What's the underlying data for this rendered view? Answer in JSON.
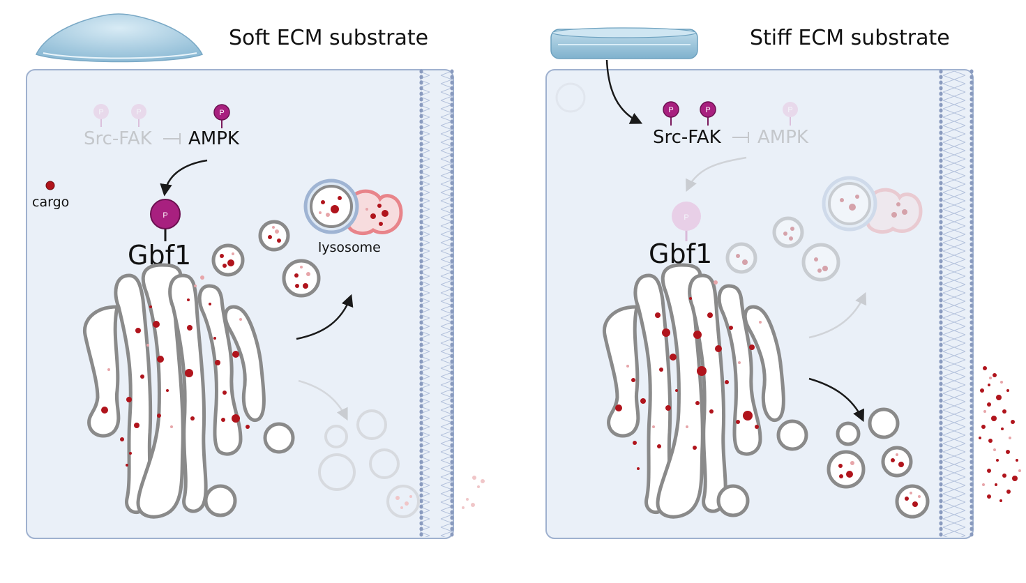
{
  "panels": [
    {
      "title": "Soft ECM substrate",
      "kinase_src": "Src-FAK",
      "kinase_ampk": "AMPK",
      "phospho": "P",
      "gbf1": "Gbf1",
      "cargo": "cargo",
      "lysosome": "lysosome"
    },
    {
      "title": "Stiff ECM substrate",
      "kinase_src": "Src-FAK",
      "kinase_ampk": "AMPK",
      "phospho": "P",
      "gbf1": "Gbf1"
    }
  ],
  "colors": {
    "cell_fill": "#eaf0f8",
    "cell_border": "#9fb1cf",
    "membrane": "#8a9bbf",
    "golgi_stroke": "#8a8a8a",
    "cargo_red": "#b0141c",
    "phospho_purple": "#a8207f",
    "lysosome_red": "#e8848a",
    "substrate_blue": "#a8cbe0"
  }
}
